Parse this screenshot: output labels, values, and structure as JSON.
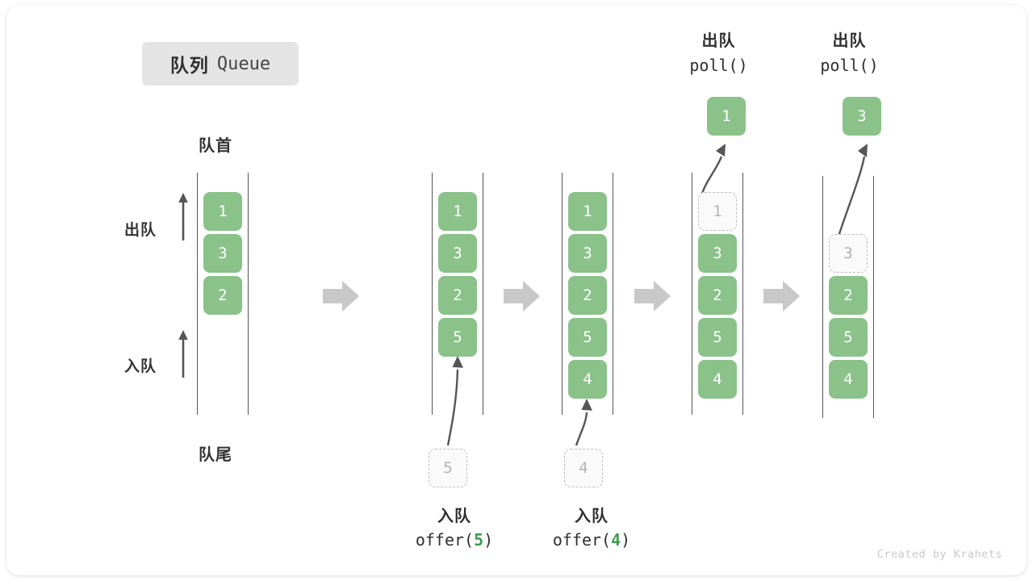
{
  "title": {
    "cn": "队列",
    "en": "Queue"
  },
  "labels": {
    "head": "队首",
    "tail": "队尾",
    "dequeue": "出队",
    "enqueue": "入队"
  },
  "colors": {
    "cell_fill": "#8ac28a",
    "cell_text": "#ffffff",
    "ghost_fill": "#fafafa",
    "ghost_border": "#bdbdbd",
    "rail": "#555555",
    "step_arrow": "#c8c8c8",
    "accent_number": "#3f9c52",
    "badge_bg": "#e4e4e4"
  },
  "columns": [
    {
      "id": "initial",
      "cells": [
        "1",
        "3",
        "2"
      ],
      "ghost_index": -1,
      "caption_cn": "",
      "caption_code": "",
      "popped": ""
    },
    {
      "id": "after-offer-5",
      "cells": [
        "1",
        "3",
        "2",
        "5"
      ],
      "ghost_index": -1,
      "caption_cn": "入队",
      "caption_code_prefix": "offer(",
      "caption_code_num": "5",
      "caption_code_suffix": ")",
      "incoming": "5"
    },
    {
      "id": "after-offer-4",
      "cells": [
        "1",
        "3",
        "2",
        "5",
        "4"
      ],
      "ghost_index": -1,
      "caption_cn": "入队",
      "caption_code_prefix": "offer(",
      "caption_code_num": "4",
      "caption_code_suffix": ")",
      "incoming": "4"
    },
    {
      "id": "poll-1",
      "cells": [
        "1",
        "3",
        "2",
        "5",
        "4"
      ],
      "ghost_index": 0,
      "caption_cn": "出队",
      "caption_code": "poll()",
      "popped": "1"
    },
    {
      "id": "poll-3",
      "cells": [
        "3",
        "2",
        "5",
        "4"
      ],
      "ghost_index": 0,
      "caption_cn": "出队",
      "caption_code": "poll()",
      "popped": "3"
    }
  ],
  "watermark": "Created by Krahets"
}
